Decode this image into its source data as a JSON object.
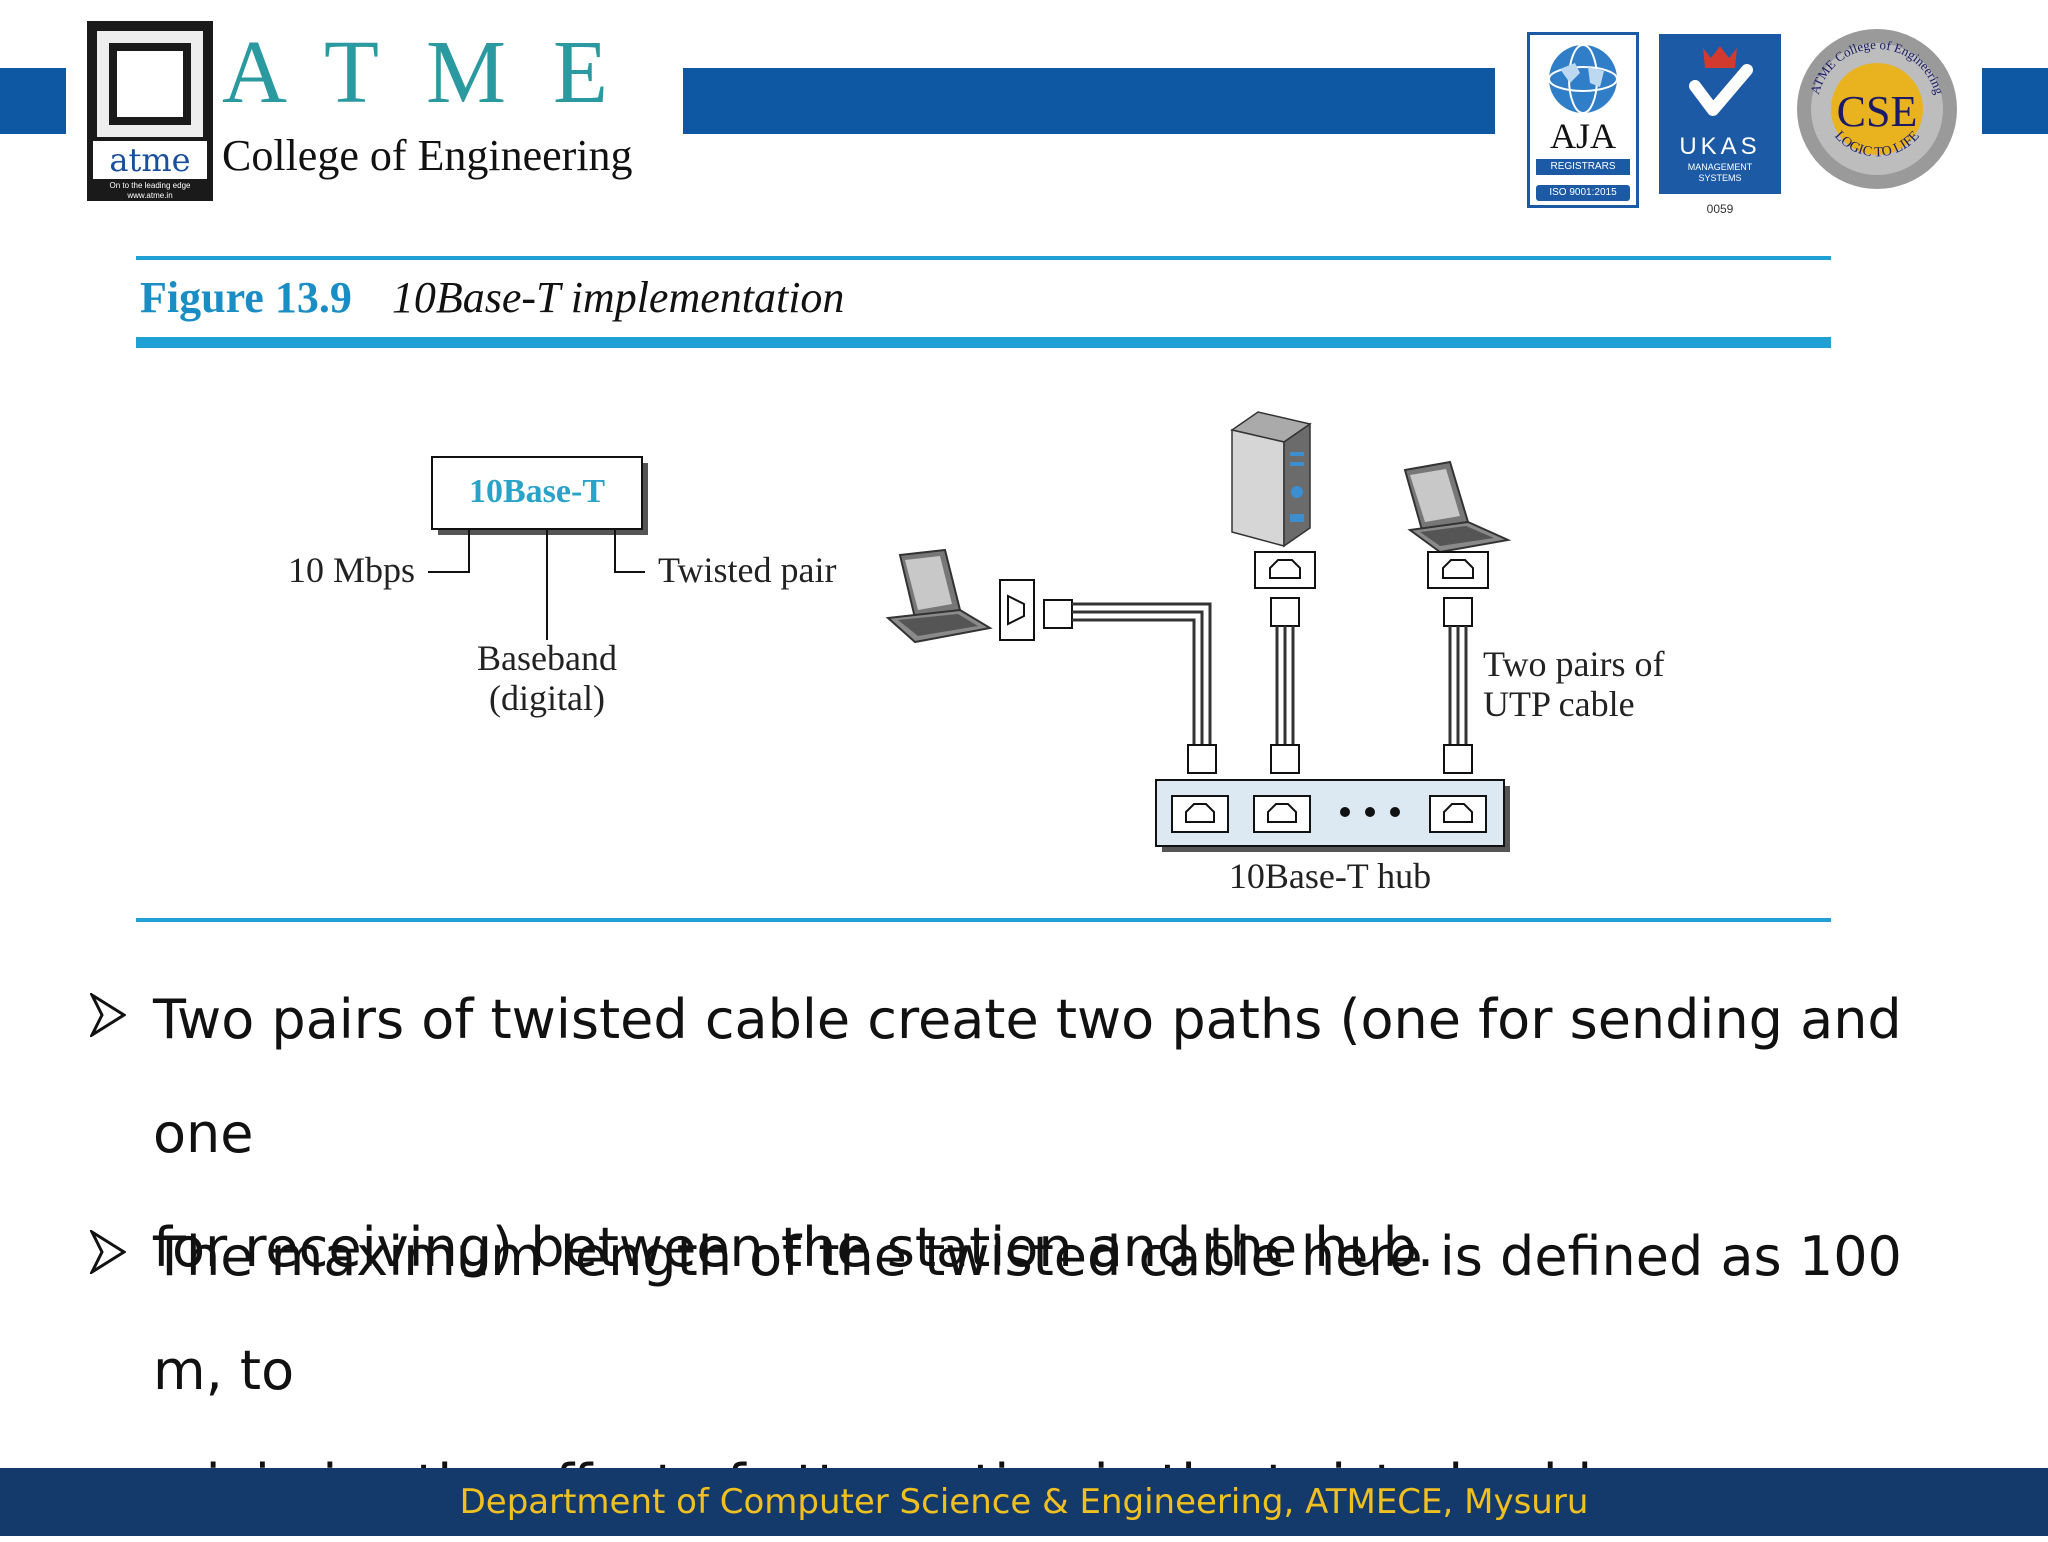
{
  "header": {
    "logo_word": "atme",
    "logo_tagline": "On to the leading edge",
    "logo_url": "www.atme.in",
    "brand_letters": "ATME",
    "brand_subtitle": "College of Engineering",
    "cert_aja": "AJA",
    "cert_aja_sub": "REGISTRARS",
    "cert_aja_iso": "ISO 9001:2015",
    "cert_ukas": "UKAS",
    "cert_ukas_sub": "MANAGEMENT SYSTEMS",
    "cert_ukas_num": "0059",
    "cse_badge": "CSE",
    "cse_ring_top": "ATME College of Engineering",
    "cse_ring_bottom": "LOGIC TO LIFE"
  },
  "figure": {
    "number": "Figure 13.9",
    "caption": "10Base-T implementation",
    "name_box": "10Base-T",
    "label_rate": "10 Mbps",
    "label_medium": "Twisted pair",
    "label_signal_line1": "Baseband",
    "label_signal_line2": "(digital)",
    "label_cable_line1": "Two pairs of",
    "label_cable_line2": "UTP cable",
    "label_hub": "10Base-T hub"
  },
  "bullets": [
    {
      "line1": "Two pairs of twisted cable create two paths (one for sending and one",
      "line2": "for receiving) between the station and the hub."
    },
    {
      "line1": "The maximum length of the twisted cable here is defined as 100 m, to",
      "line2": "minimize the effect of attenuation in the twisted cable."
    }
  ],
  "footer": {
    "text": "Department of Computer Science & Engineering, ATMECE, Mysuru"
  },
  "colors": {
    "header_band": "#0d57a3",
    "accent_teal": "#2a9aa0",
    "figure_rule": "#1fa1d6",
    "footer_bg": "#143a6b",
    "footer_text": "#f0c020"
  }
}
